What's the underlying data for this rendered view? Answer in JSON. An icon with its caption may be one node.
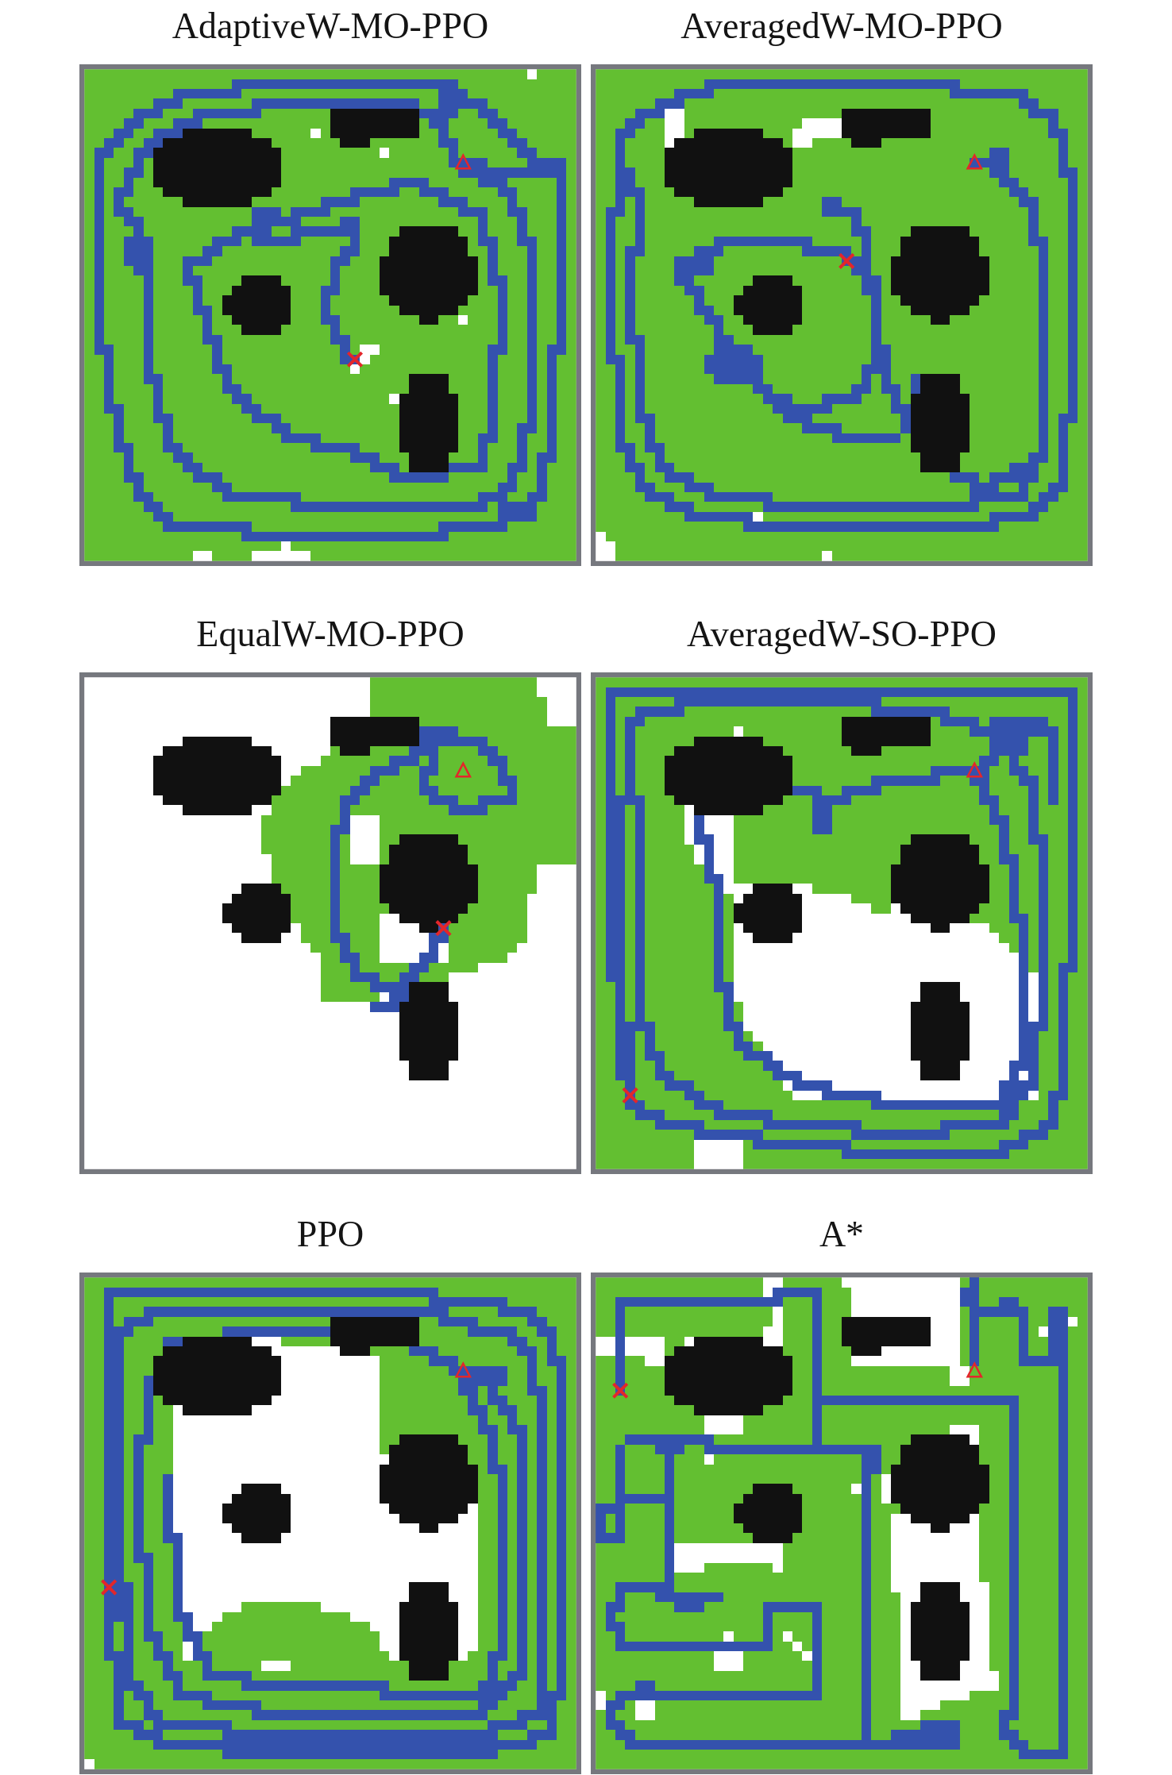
{
  "diagram": {
    "nodes": [
      {
        "text": [
          "AdaptiveW-MO-PPO"
        ]
      },
      {
        "text": [
          "AveragedW-MO-PPO"
        ]
      },
      {
        "text": [
          "EqualW-MO-PPO"
        ]
      },
      {
        "text": [
          "AveragedW-SO-PPO"
        ]
      },
      {
        "text": [
          "PPO"
        ]
      },
      {
        "text": [
          "A*"
        ]
      }
    ]
  }
}
